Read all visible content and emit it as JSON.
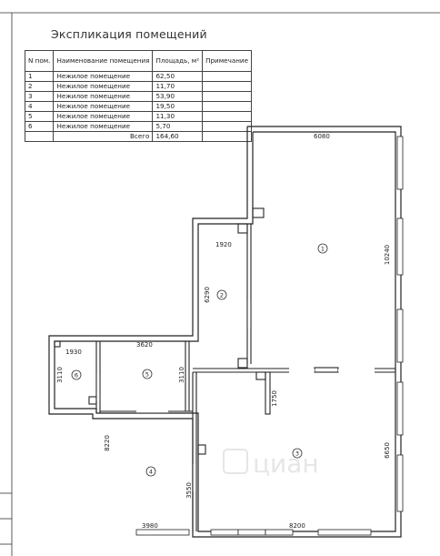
{
  "explication": {
    "title": "Экспликация помещений",
    "headers": {
      "num": "N пом.",
      "name": "Наименование помещения",
      "area": "Площадь, м²",
      "note": "Примечание"
    },
    "rows": [
      {
        "num": "1",
        "name": "Нежилое помещение",
        "area": "62,50"
      },
      {
        "num": "2",
        "name": "Нежилое помещение",
        "area": "11,70"
      },
      {
        "num": "3",
        "name": "Нежилое помещение",
        "area": "53,90"
      },
      {
        "num": "4",
        "name": "Нежилое помещение",
        "area": "19,50"
      },
      {
        "num": "5",
        "name": "Нежилое помещение",
        "area": "11,30"
      },
      {
        "num": "6",
        "name": "Нежилое помещение",
        "area": "5,70"
      }
    ],
    "total_label": "Всего",
    "total_area": "164,60"
  },
  "plan": {
    "dimensions": {
      "room1_width": "6080",
      "room1_height": "10240",
      "room2_width": "1920",
      "room2_height": "6290",
      "room6_width": "1930",
      "room6_height": "3110",
      "room5_width": "3620",
      "room5_height": "3110",
      "corridor_depth": "1750",
      "room4_height": "8220",
      "room4_height_lower": "3550",
      "room4_width": "3980",
      "room3_width": "8200",
      "room3_height": "6650"
    },
    "room_labels": [
      "1",
      "2",
      "3",
      "4",
      "5",
      "6"
    ],
    "watermark": "циан"
  }
}
